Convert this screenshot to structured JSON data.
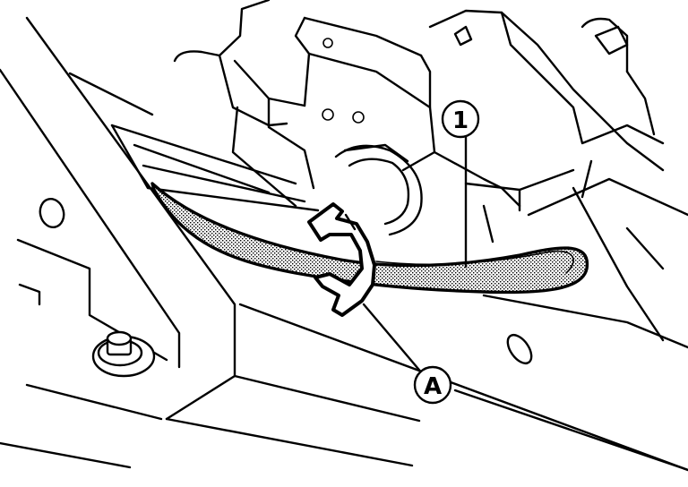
{
  "callouts": {
    "part_1": "1",
    "part_a": "A"
  },
  "colors": {
    "line": "#000000",
    "background": "#ffffff",
    "harness_fill": "stipple-gray"
  }
}
